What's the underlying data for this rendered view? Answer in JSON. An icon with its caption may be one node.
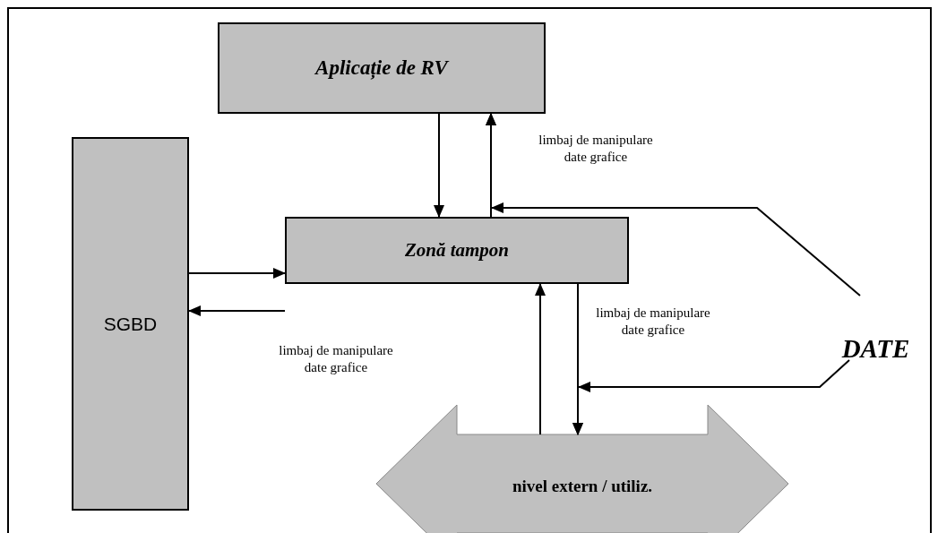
{
  "diagram": {
    "nodes": [
      {
        "text": [
          "Aplicație de RV"
        ]
      },
      {
        "text": [
          "SGBD"
        ]
      },
      {
        "text": [
          "Zonă tampon"
        ]
      },
      {
        "text": [
          "nivel extern / utiliz."
        ]
      },
      {
        "text": [
          "DATE"
        ]
      }
    ],
    "edges": [
      {
        "from": 0,
        "to": 2,
        "arrow": "to"
      },
      {
        "from": 2,
        "to": 0,
        "arrow": "to",
        "label": "limbaj de manipulare date grafice"
      },
      {
        "from": 4,
        "to": 0,
        "arrow": "to"
      },
      {
        "from": 1,
        "to": 2,
        "arrow": "to"
      },
      {
        "from": 2,
        "to": 1,
        "arrow": "to",
        "label": "limbaj de manipulare date grafice"
      },
      {
        "from": 3,
        "to": 2,
        "arrow": "to"
      },
      {
        "from": 2,
        "to": 3,
        "arrow": "to",
        "label": "limbaj de manipulare date grafice"
      },
      {
        "from": 4,
        "to": 3,
        "arrow": "to"
      }
    ]
  }
}
